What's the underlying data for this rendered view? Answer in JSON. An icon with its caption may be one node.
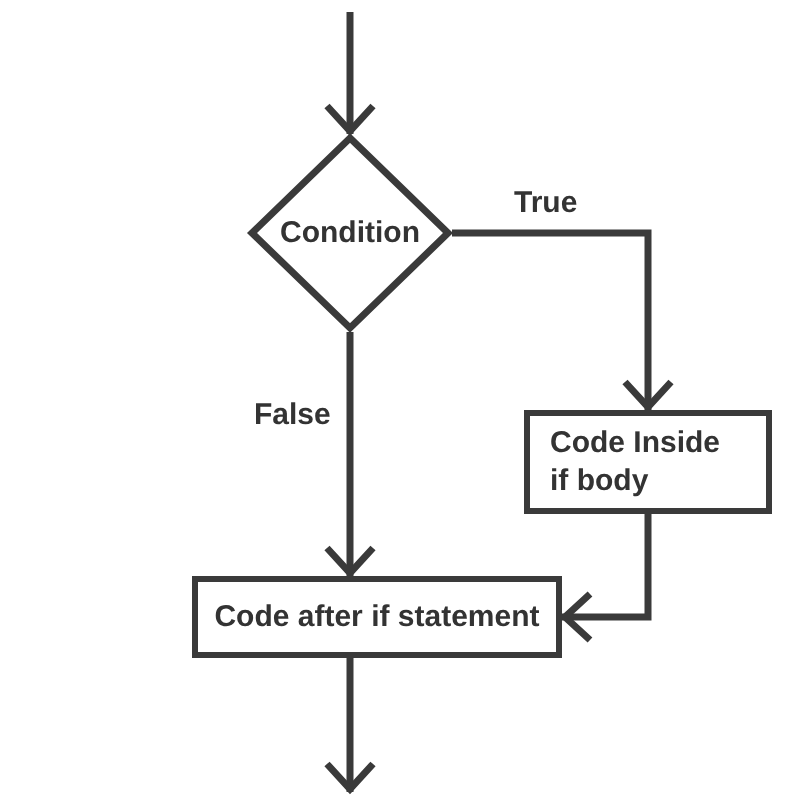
{
  "diagram": {
    "nodes": [
      {
        "text": [
          "Condition"
        ]
      },
      {
        "text": [
          "Code Inside if body"
        ]
      },
      {
        "text": [
          "Code after if statement"
        ]
      }
    ],
    "edges": [
      {
        "from": null,
        "to": 0,
        "arrow": "to"
      },
      {
        "from": 0,
        "to": 1,
        "arrow": "to",
        "label": "True"
      },
      {
        "from": 0,
        "to": 2,
        "arrow": "to",
        "label": "False"
      },
      {
        "from": 1,
        "to": 2,
        "arrow": "to"
      },
      {
        "from": 2,
        "to": null,
        "arrow": "to"
      }
    ]
  }
}
